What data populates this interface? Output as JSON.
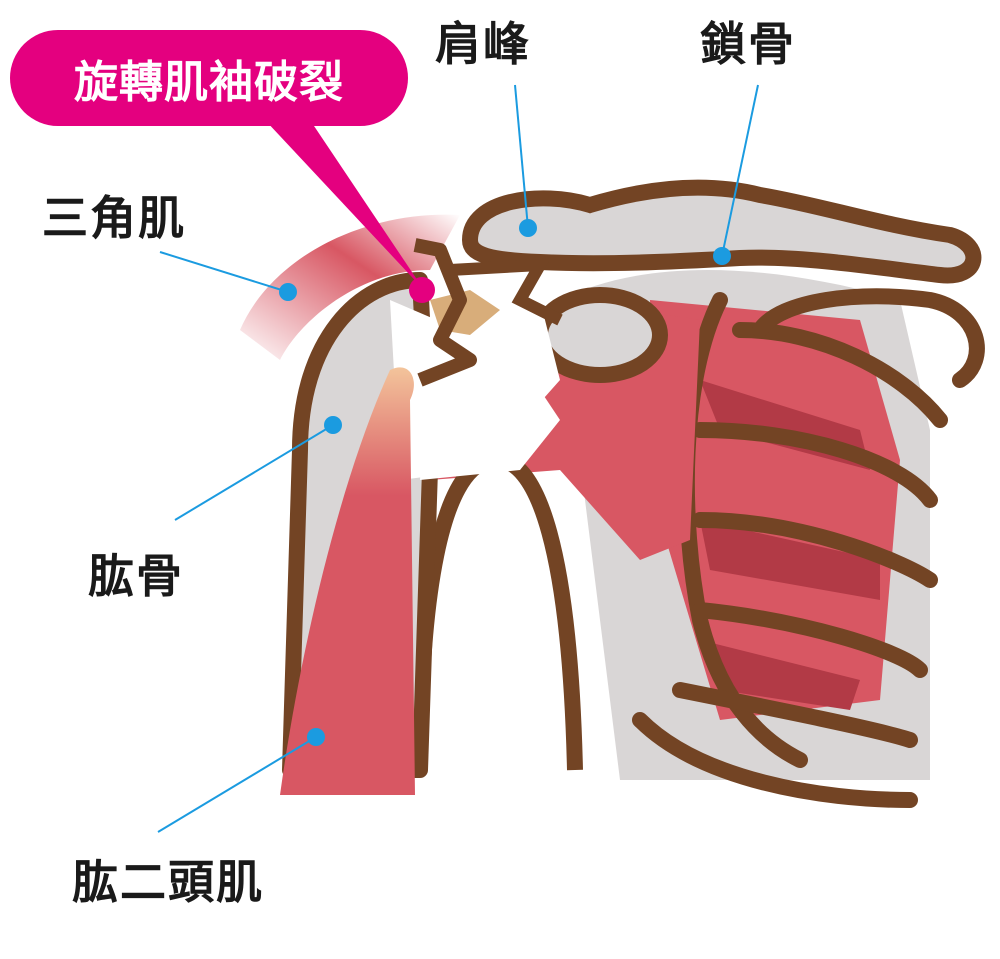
{
  "callout": {
    "label": "旋轉肌袖破裂",
    "color": "#e4007f"
  },
  "labels": {
    "acromion": "肩峰",
    "clavicle": "鎖骨",
    "deltoid": "三角肌",
    "humerus": "肱骨",
    "biceps": "肱二頭肌"
  },
  "colors": {
    "outline": "#734424",
    "bone": "#d9d6d6",
    "muscle": "#d85763",
    "muscle_dark": "#b23a46",
    "tear": "#d8ad7a",
    "tendon": "#f3c49b",
    "pointer_dot": "#1b9be0",
    "leader_line": "#1b9be0"
  }
}
